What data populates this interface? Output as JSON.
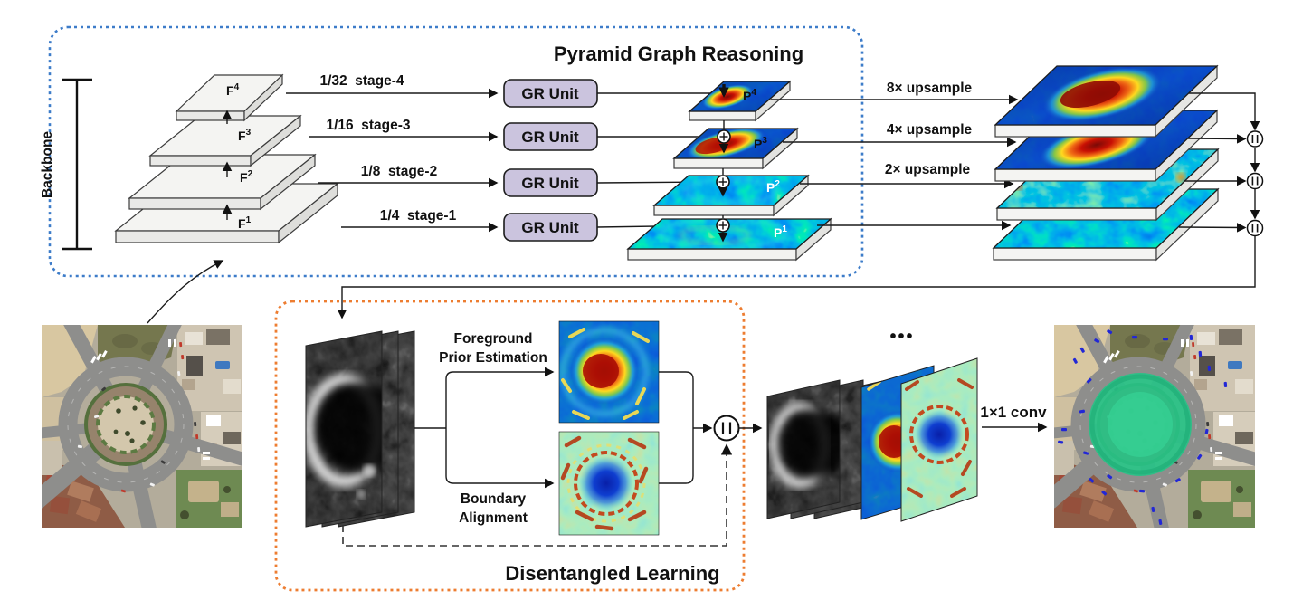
{
  "figure": {
    "pyramid": {
      "title": "Pyramid Graph Reasoning",
      "backbone_label": "Backbone",
      "rows": [
        {
          "scale_stage": "1/32  stage-4",
          "feature_base": "F",
          "feature_sup": "4",
          "gr_label": "GR Unit",
          "pred_base": "P",
          "pred_sup": "4",
          "upsample": "8× upsample"
        },
        {
          "scale_stage": "1/16  stage-3",
          "feature_base": "F",
          "feature_sup": "3",
          "gr_label": "GR Unit",
          "pred_base": "P",
          "pred_sup": "3",
          "upsample": "4× upsample"
        },
        {
          "scale_stage": "1/8  stage-2",
          "feature_base": "F",
          "feature_sup": "2",
          "gr_label": "GR Unit",
          "pred_base": "P",
          "pred_sup": "2",
          "upsample": "2× upsample"
        },
        {
          "scale_stage": "1/4  stage-1",
          "feature_base": "F",
          "feature_sup": "1",
          "gr_label": "GR Unit",
          "pred_base": "P",
          "pred_sup": "1",
          "upsample": ""
        }
      ]
    },
    "disentangled": {
      "title": "Disentangled Learning",
      "foreground_branch": {
        "line1": "Foreground",
        "line2": "Prior Estimation"
      },
      "boundary_branch": {
        "line1": "Boundary",
        "line2": "Alignment"
      },
      "ellipsis": "•••",
      "conv_label": "1×1 conv"
    },
    "icons": {
      "concat_symbol": "||",
      "add_symbol": "⊕"
    },
    "colors": {
      "pyramid_border": "#3d7cc9",
      "disentangled_border": "#ED7D31",
      "gr_unit_fill": "#cbc4de",
      "wire": "#1a1a1a",
      "segmentation_green": "#27c287",
      "detection_blue": "#2227d6"
    }
  }
}
